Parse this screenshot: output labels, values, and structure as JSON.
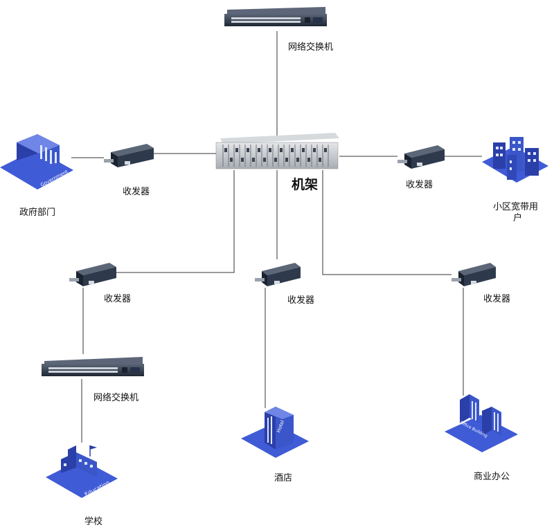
{
  "labels": {
    "top_switch": "网络交换机",
    "rack": "机架",
    "transceiver": "收发器",
    "government": "政府部门",
    "residential_line1": "小区宽带用",
    "residential_line2": "户",
    "school_switch": "网络交换机",
    "school": "学校",
    "hotel": "酒店",
    "office": "商业办公"
  },
  "icon_text": {
    "government": "Government",
    "hotel": "Hotel",
    "office": "Office Building",
    "school": "Education"
  },
  "colors": {
    "line": "#333333",
    "device_body": "#2f3b4a",
    "device_top": "#4a5566",
    "rack_body": "#c9ccd0",
    "building_blue": "#3a56c9",
    "building_dark": "#232f7a",
    "building_base": "#3f5bd6",
    "window": "#dfe6ff"
  }
}
